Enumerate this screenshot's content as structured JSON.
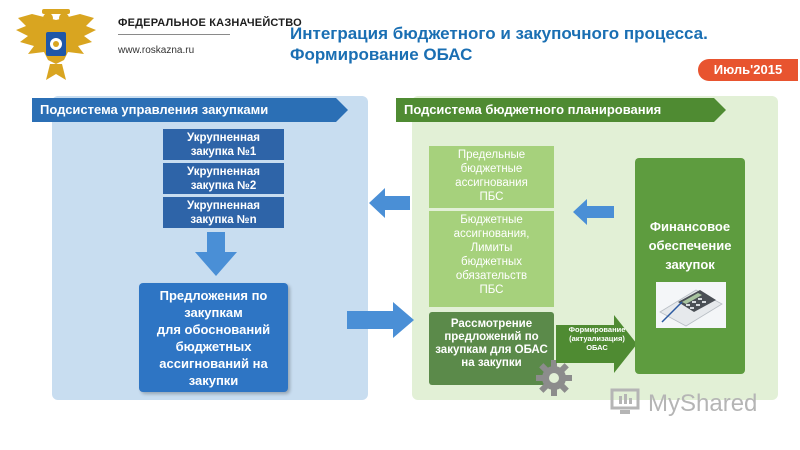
{
  "header": {
    "org_name": "ФЕДЕРАЛЬНОЕ КАЗНАЧЕЙСТВО",
    "org_url": "www.roskazna.ru",
    "title_line1": "Интеграция бюджетного и закупочного процесса.",
    "title_line2": "Формирование ОБАС",
    "date": "Июль'2015"
  },
  "left_panel": {
    "heading": "Подсистема управления закупками",
    "purchases": [
      {
        "line1": "Укрупненная",
        "line2": "закупка №1"
      },
      {
        "line1": "Укрупненная",
        "line2": "закупка №2"
      },
      {
        "line1": "Укрупненная",
        "line2": "закупка №n"
      }
    ],
    "proposal_lines": [
      "Предложения по",
      "закупкам",
      "для обоснований",
      "бюджетных",
      "ассигнований на",
      "закупки"
    ]
  },
  "right_panel": {
    "heading": "Подсистема бюджетного планирования",
    "limit_lines": [
      "Предельные",
      "бюджетные",
      "ассигнования",
      "ПБС"
    ],
    "assign_lines": [
      "Бюджетные",
      "ассигнования,",
      "Лимиты",
      "бюджетных",
      "обязательств",
      "ПБС"
    ],
    "review_lines": [
      "Рассмотрение",
      "предложений по",
      "закупкам для ОБАС",
      "на закупки"
    ],
    "formation_lines": [
      "Формирование",
      "(актуализация)",
      "ОБАС"
    ],
    "finance_lines": [
      "Финансовое",
      "обеспечение",
      "закупок"
    ]
  },
  "watermark": "MyShared",
  "colors": {
    "title": "#1a6fb3",
    "date_badge": "#e8542f",
    "left_ribbon": "#2b6fb5",
    "right_ribbon": "#4f8b32",
    "left_panel": "#c8ddf0",
    "right_panel": "#e2f0d6",
    "arrow_blue": "#4a8fd6",
    "arrow_green": "#4f8b32"
  },
  "icons": [
    "emblem-icon",
    "calculator-icon",
    "gear-icon",
    "myshared-logo-icon"
  ]
}
